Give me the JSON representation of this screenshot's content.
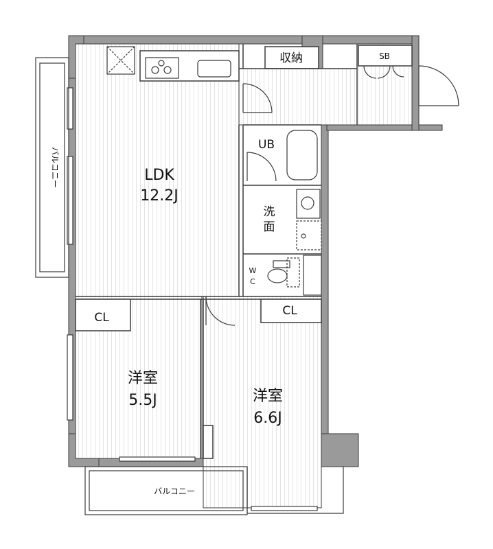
{
  "rooms": {
    "ldk": {
      "name": "LDK",
      "size": "12.2J"
    },
    "bedroom1": {
      "name": "洋室",
      "size": "5.5J"
    },
    "bedroom2": {
      "name": "洋室",
      "size": "6.6J"
    },
    "bath": {
      "name": "UB"
    },
    "washroom": {
      "name_line1": "洗",
      "name_line2": "面"
    },
    "toilet": {
      "name_line1": "W",
      "name_line2": "C"
    },
    "closet1": {
      "name": "CL"
    },
    "closet2": {
      "name": "CL"
    },
    "storage": {
      "name": "収納"
    },
    "shoebox": {
      "name": "SB"
    }
  },
  "balconies": {
    "west": {
      "name": "バルコニー"
    },
    "south": {
      "name": "バルコニー"
    }
  },
  "colors": {
    "wall": "#9a9a9a",
    "line": "#3a3a3a",
    "floor_stripe": "#e4e4e4",
    "background": "#ffffff"
  }
}
